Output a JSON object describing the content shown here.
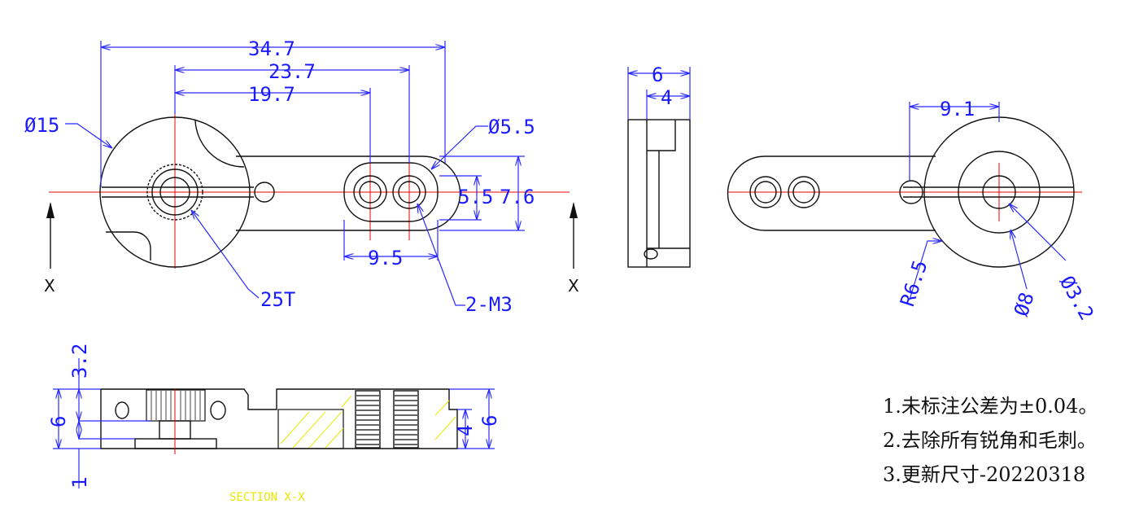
{
  "front_view": {
    "dims": {
      "overall": "34.7",
      "center_to_far_hole": "23.7",
      "center_to_near_hole": "19.7",
      "hub_dia": "Ø15",
      "end_dia": "Ø5.5",
      "hole_height": "5.5",
      "arm_width": "7.6",
      "hole_pitch": "9.5",
      "spline": "25T",
      "thread": "2-M3"
    },
    "section_marks": [
      "X",
      "X"
    ]
  },
  "side_view": {
    "dims": {
      "thickness": "6",
      "step": "4"
    }
  },
  "rear_view": {
    "dims": {
      "slot_offset": "9.1",
      "radius": "R6.5",
      "boss_dia": "Ø8",
      "bore_dia": "Ø3.2"
    }
  },
  "section_view": {
    "title": "SECTION X-X",
    "dims": {
      "spline_depth": "3.2",
      "hub_height": "6",
      "base": "1",
      "arm_step": "4",
      "arm_height": "6"
    }
  },
  "notes": [
    "1.未标注公差为±0.04。",
    "2.去除所有锐角和毛刺。",
    "3.更新尺寸-20220318"
  ]
}
